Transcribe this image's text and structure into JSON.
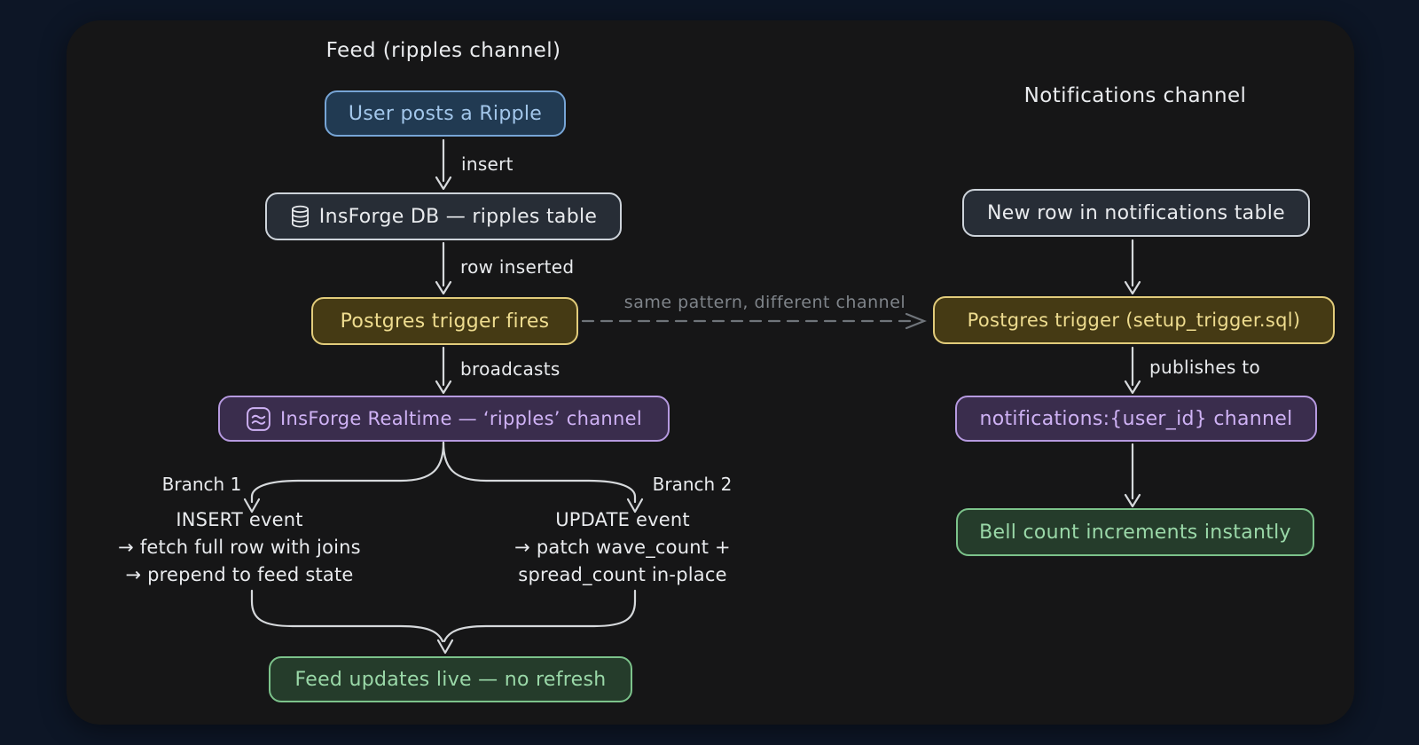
{
  "feed": {
    "title": "Feed (ripples channel)",
    "nodes": {
      "post": {
        "label": "User posts a Ripple"
      },
      "db": {
        "label": "InsForge DB — ripples table",
        "icon": "database-icon"
      },
      "trigger": {
        "label": "Postgres trigger fires"
      },
      "realtime": {
        "label": "InsForge Realtime — ‘ripples’ channel",
        "icon": "realtime-wave-icon"
      },
      "result": {
        "label": "Feed updates live — no refresh"
      }
    },
    "edges": {
      "insert": "insert",
      "row_inserted": "row inserted",
      "broadcasts": "broadcasts"
    },
    "branch1": {
      "name": "Branch 1",
      "lines": [
        "INSERT event",
        "→ fetch full row with joins",
        "→ prepend to feed state"
      ]
    },
    "branch2": {
      "name": "Branch 2",
      "lines": [
        "UPDATE event",
        "→ patch wave_count +",
        "spread_count in-place"
      ]
    }
  },
  "notifications": {
    "title": "Notifications channel",
    "nodes": {
      "new_row": {
        "label": "New row in notifications table"
      },
      "trigger": {
        "label": "Postgres trigger (setup_trigger.sql)"
      },
      "channel": {
        "label": "notifications:{user_id} channel"
      },
      "bell": {
        "label": "Bell count increments instantly"
      }
    },
    "edges": {
      "publishes_to": "publishes to"
    }
  },
  "cross_link": {
    "label": "same pattern, different channel"
  },
  "colors": {
    "backdrop": "#0d1626",
    "panel": "#161617",
    "arrow": "#d6d9dc",
    "muted": "#70757b",
    "text": "#e9ebee",
    "blue_fill": "#213a52",
    "blue_border": "#77a5d6",
    "blue_text": "#a3c7eb",
    "slate_fill": "#272d36",
    "slate_border": "#cdd3da",
    "slate_text": "#e9ebee",
    "gold_fill": "#453a14",
    "gold_border": "#e2cc7b",
    "gold_text": "#eedc8f",
    "purple_fill": "#3a2d4d",
    "purple_border": "#b69ae0",
    "purple_text": "#cfb2f5",
    "green_fill": "#253c2b",
    "green_border": "#7cc38b",
    "green_text": "#9ad8a8"
  }
}
